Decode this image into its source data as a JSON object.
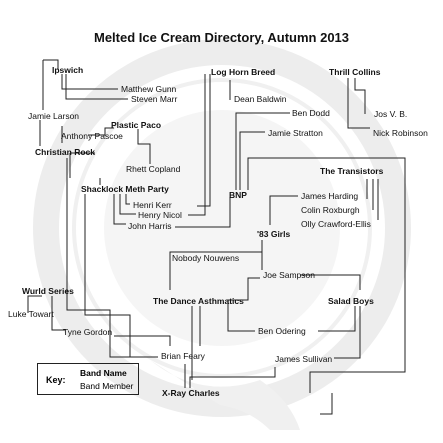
{
  "title": "Melted Ice Cream Directory, Autumn 2013",
  "key": {
    "label": "Key:",
    "band": "Band Name",
    "member": "Band Member"
  },
  "bands": {
    "ipswich": "Ipswich",
    "log_horn_breed": "Log Horn Breed",
    "thrill_collins": "Thrill Collins",
    "plastic_paco": "Plastic Paco",
    "christian_rock": "Christian Rock",
    "shacklock_meth_party": "Shacklock Meth Party",
    "bnp": "BNP",
    "the_transistors": "The Transistors",
    "girls_83": "'83 Girls",
    "wurld_series": "Wurld Series",
    "the_dance_asthmatics": "The Dance Asthmatics",
    "salad_boys": "Salad Boys",
    "x_ray_charles": "X-Ray Charles"
  },
  "members": {
    "matthew_gunn": "Matthew Gunn",
    "steven_marr": "Steven Marr",
    "dean_baldwin": "Dean Baldwin",
    "ben_dodd": "Ben Dodd",
    "jos_vb": "Jos V. B.",
    "nick_robinson": "Nick Robinson",
    "jamie_larson": "Jamie Larson",
    "anthony_pascoe": "Anthony Pascoe",
    "jamie_stratton": "Jamie Stratton",
    "rhett_copland": "Rhett Copland",
    "james_harding": "James Harding",
    "colin_roxburgh": "Colin Roxburgh",
    "olly_crawford_ellis": "Olly Crawford-Ellis",
    "henri_kerr": "Henri Kerr",
    "henry_nicol": "Henry Nicol",
    "john_harris": "John Harris",
    "nobody_nouwens": "Nobody Nouwens",
    "joe_sampson": "Joe Sampson",
    "luke_towart": "Luke Towart",
    "tyne_gordon": "Tyne Gordon",
    "ben_odering": "Ben  Odering",
    "brian_feary": "Brian Feary",
    "james_sullivan": "James Sullivan"
  },
  "colors": {
    "line": "#222222",
    "text": "#111111",
    "watermark": "#ececec"
  }
}
